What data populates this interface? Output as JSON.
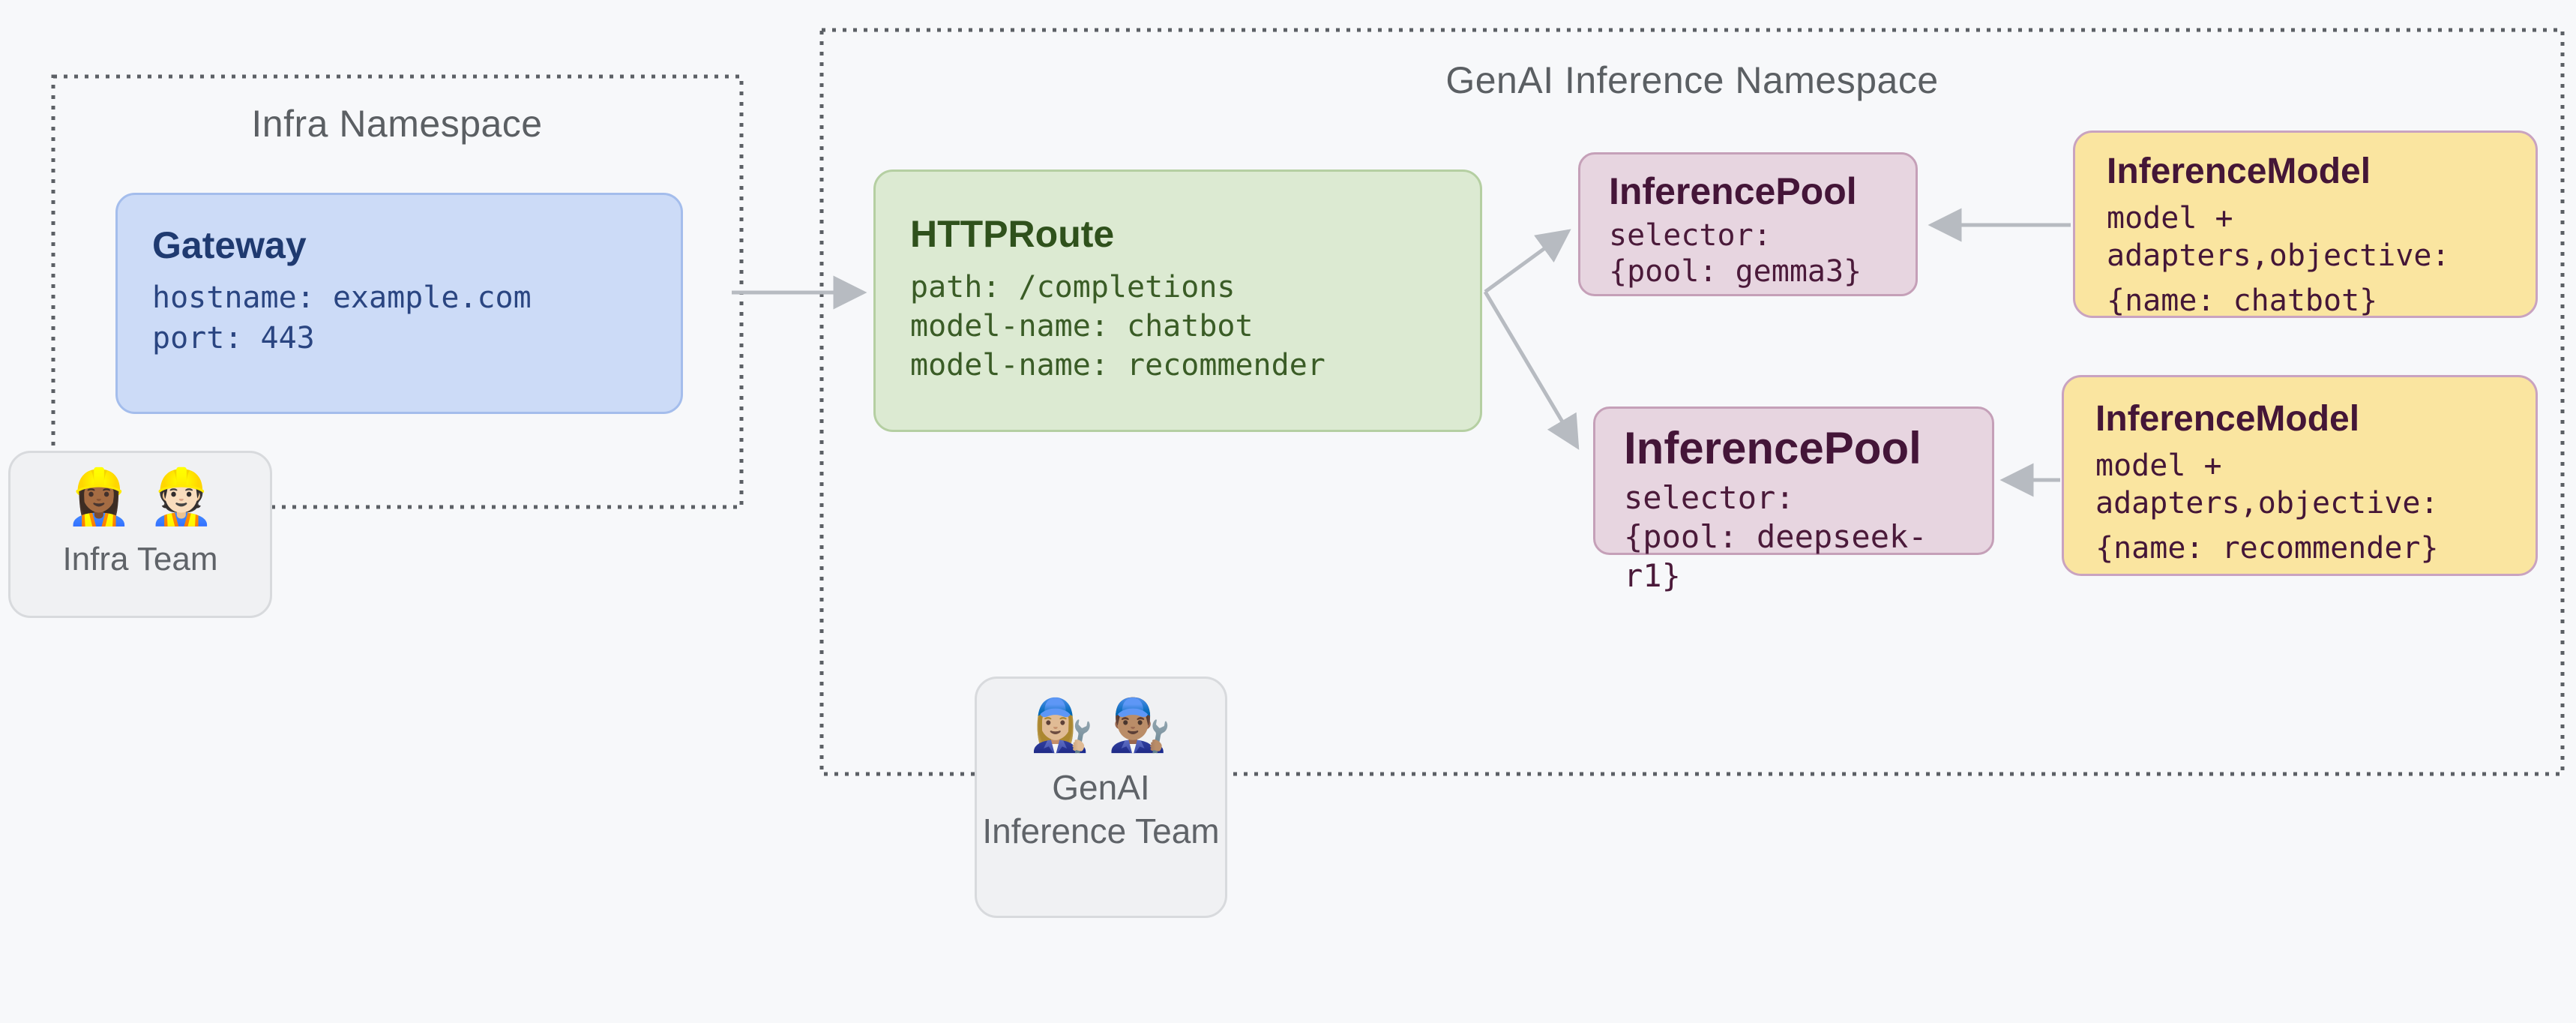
{
  "colors": {
    "background": "#f7f8fa",
    "dotted_border": "#5c6065",
    "arrow": "#b7bbc1",
    "namespace_title_text": "#5b5f63",
    "gateway_fill": "#ccdbf7",
    "gateway_border": "#a4bdec",
    "gateway_text": "#2a4581",
    "httproute_fill": "#dcead2",
    "httproute_border": "#b5cfa2",
    "httproute_text": "#3a5c26",
    "inference_pool_fill": "#e7d5e0",
    "inference_pool_border": "#c5a0b8",
    "inference_pool_text": "#4b1a3a",
    "inference_model_fill": "#fae5a0",
    "inference_model_border": "#c9a3c0",
    "inference_model_text": "#441637",
    "team_fill": "#f0f1f3",
    "team_border": "#d8dadd",
    "team_text": "#5f6368"
  },
  "namespaces": {
    "infra": {
      "title": "Infra Namespace"
    },
    "genai": {
      "title": "GenAI Inference Namespace"
    }
  },
  "nodes": {
    "gateway": {
      "title": "Gateway",
      "lines": [
        "hostname: example.com",
        "port: 443"
      ]
    },
    "httproute": {
      "title": "HTTPRoute",
      "lines": [
        "path: /completions",
        "model-name: chatbot",
        "model-name: recommender"
      ]
    },
    "inference_pool_1": {
      "title": "InferencePool",
      "lines": [
        "selector:",
        "{pool: gemma3}"
      ]
    },
    "inference_pool_2": {
      "title": "InferencePool",
      "lines": [
        "selector:",
        "{pool: deepseek-r1}"
      ]
    },
    "inference_model_1": {
      "title": "InferenceModel",
      "lines": [
        "model +",
        "adapters,objective:",
        "{name: chatbot}"
      ]
    },
    "inference_model_2": {
      "title": "InferenceModel",
      "lines": [
        "model +",
        "adapters,objective:",
        "{name: recommender}"
      ]
    }
  },
  "teams": {
    "infra": {
      "emojis": "👷🏾‍♀️ 👷🏻",
      "label": "Infra Team"
    },
    "genai": {
      "emojis": "👩🏼‍🔧 👨🏽‍🔧",
      "label": "GenAI Inference Team"
    }
  }
}
